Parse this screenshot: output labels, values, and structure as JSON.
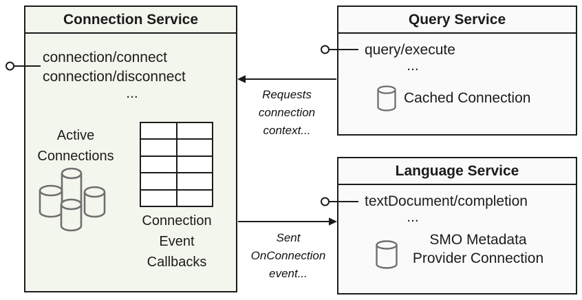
{
  "colors": {
    "connection_box_fill": "#f3f6ec",
    "service_box_fill": "#fafafa",
    "border": "#1b1b1b",
    "icon_stroke": "#6e6e6e"
  },
  "connection_service": {
    "title": "Connection Service",
    "methods": [
      "connection/connect",
      "connection/disconnect"
    ],
    "ellipsis": "...",
    "active_connections_label": "Active\nConnections",
    "callbacks_label": "Connection\nEvent\nCallbacks",
    "callbacks_table": {
      "rows": 5,
      "cols": 2
    }
  },
  "query_service": {
    "title": "Query Service",
    "method": "query/execute",
    "ellipsis": "...",
    "cache_label": "Cached Connection"
  },
  "language_service": {
    "title": "Language Service",
    "method": "textDocument/completion",
    "ellipsis": "...",
    "smo_label": "SMO Metadata\nProvider Connection"
  },
  "edges": {
    "requests_label": "Requests\nconnection\ncontext...",
    "sent_label": "Sent\nOnConnection\nevent..."
  }
}
